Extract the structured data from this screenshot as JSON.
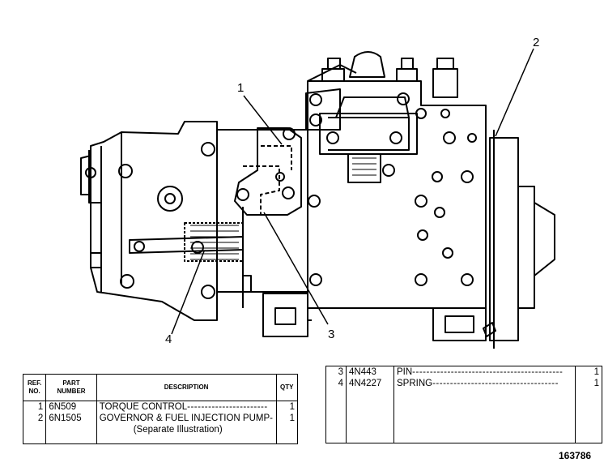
{
  "callouts": [
    "1",
    "2",
    "3",
    "4"
  ],
  "table_left": {
    "headers": {
      "ref": "REF. NO.",
      "part": "PART NUMBER",
      "desc": "DESCRIPTION",
      "qty": "QTY"
    },
    "rows": [
      {
        "ref": "1",
        "part": "6N509",
        "desc": "TORQUE CONTROL",
        "qty": "1"
      },
      {
        "ref": "2",
        "part": "6N1505",
        "desc": "GOVERNOR & FUEL INJECTION PUMP",
        "qty": "1",
        "note": "(Separate Illustration)"
      }
    ]
  },
  "table_right": {
    "rows": [
      {
        "ref": "3",
        "part": "4N443",
        "desc": "PIN",
        "qty": "1"
      },
      {
        "ref": "4",
        "part": "4N4227",
        "desc": "SPRING",
        "qty": "1"
      }
    ]
  },
  "image_id": "163786"
}
